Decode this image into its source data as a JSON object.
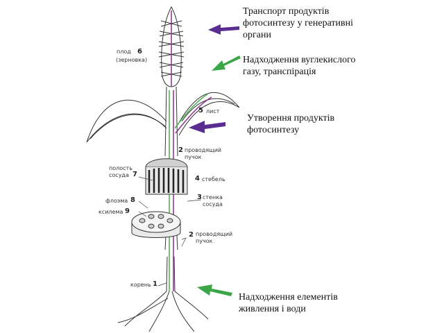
{
  "captions": {
    "transport": "Транспорт продуктів\nфотосинтезу у генеративні\nоргани",
    "co2": "Надходження вуглекислого\nгазу, транспірація",
    "photosynthesis": "Утворення продуктів\nфотосинтезу",
    "nutrients": "Надходження елементів\nживлення і води"
  },
  "labels": {
    "fruit": "плод",
    "fruit_sub": "(зерновка)",
    "leaf": "лист",
    "bundle_top": "проводящий\nпучок",
    "stem": "стебель",
    "vessel_cavity": "полость\nсосуда",
    "vessel_wall": "стенка\nсосуда",
    "phloem": "флоэма",
    "xylem": "ксилема",
    "bundle_bottom": "проводящий\nпучок",
    "root": "корень"
  },
  "numbers": {
    "fruit": "6",
    "leaf": "5",
    "bundle_top": "2",
    "vessel_cavity": "7",
    "stem": "4",
    "vessel_wall": "3",
    "phloem": "8",
    "xylem": "9",
    "bundle_bottom": "2",
    "root": "1"
  },
  "colors": {
    "purple_arrow": "#5a2d91",
    "green_arrow": "#3aa648",
    "outline": "#333333",
    "purple_flow": "#8b2f8b",
    "green_flow": "#4caf50"
  }
}
